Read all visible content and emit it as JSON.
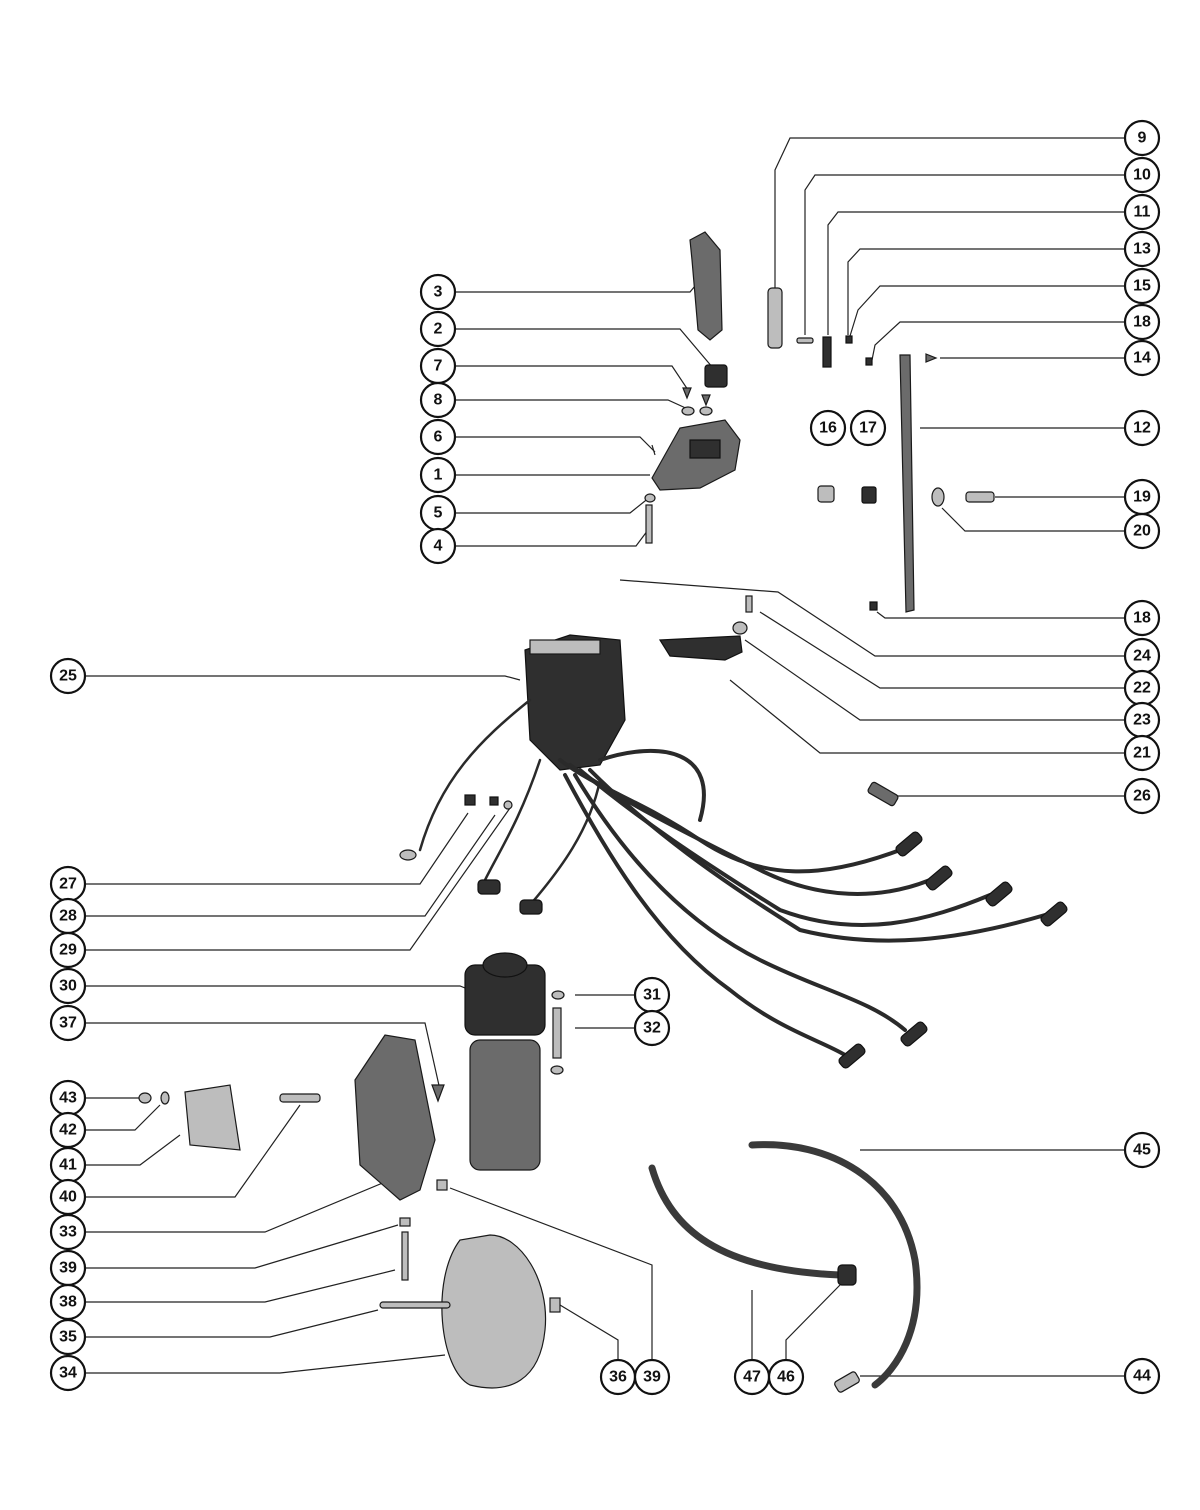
{
  "callouts": [
    {
      "id": "9",
      "label": "9"
    },
    {
      "id": "10",
      "label": "10"
    },
    {
      "id": "11",
      "label": "11"
    },
    {
      "id": "13",
      "label": "13"
    },
    {
      "id": "15",
      "label": "15"
    },
    {
      "id": "18a",
      "label": "18"
    },
    {
      "id": "14",
      "label": "14"
    },
    {
      "id": "12",
      "label": "12"
    },
    {
      "id": "19",
      "label": "19"
    },
    {
      "id": "20",
      "label": "20"
    },
    {
      "id": "18b",
      "label": "18"
    },
    {
      "id": "24",
      "label": "24"
    },
    {
      "id": "22",
      "label": "22"
    },
    {
      "id": "23",
      "label": "23"
    },
    {
      "id": "21",
      "label": "21"
    },
    {
      "id": "26",
      "label": "26"
    },
    {
      "id": "3",
      "label": "3"
    },
    {
      "id": "2",
      "label": "2"
    },
    {
      "id": "7",
      "label": "7"
    },
    {
      "id": "8",
      "label": "8"
    },
    {
      "id": "6",
      "label": "6"
    },
    {
      "id": "1",
      "label": "1"
    },
    {
      "id": "5",
      "label": "5"
    },
    {
      "id": "4",
      "label": "4"
    },
    {
      "id": "16",
      "label": "16"
    },
    {
      "id": "17",
      "label": "17"
    },
    {
      "id": "25",
      "label": "25"
    },
    {
      "id": "27",
      "label": "27"
    },
    {
      "id": "28",
      "label": "28"
    },
    {
      "id": "29",
      "label": "29"
    },
    {
      "id": "30",
      "label": "30"
    },
    {
      "id": "37",
      "label": "37"
    },
    {
      "id": "31",
      "label": "31"
    },
    {
      "id": "32",
      "label": "32"
    },
    {
      "id": "43",
      "label": "43"
    },
    {
      "id": "42",
      "label": "42"
    },
    {
      "id": "41",
      "label": "41"
    },
    {
      "id": "40",
      "label": "40"
    },
    {
      "id": "33",
      "label": "33"
    },
    {
      "id": "39a",
      "label": "39"
    },
    {
      "id": "38",
      "label": "38"
    },
    {
      "id": "35",
      "label": "35"
    },
    {
      "id": "34",
      "label": "34"
    },
    {
      "id": "36",
      "label": "36"
    },
    {
      "id": "39b",
      "label": "39"
    },
    {
      "id": "47",
      "label": "47"
    },
    {
      "id": "46",
      "label": "46"
    },
    {
      "id": "45",
      "label": "45"
    },
    {
      "id": "44",
      "label": "44"
    }
  ]
}
